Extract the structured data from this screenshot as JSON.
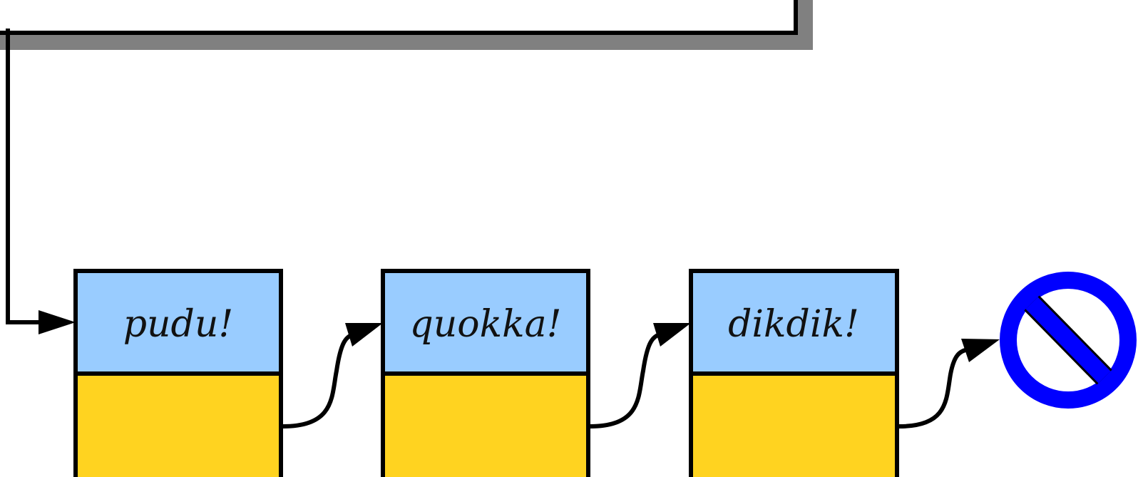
{
  "nodes": [
    {
      "label": "pudu!"
    },
    {
      "label": "quokka!"
    },
    {
      "label": "dikdik!"
    }
  ],
  "colors": {
    "value_cell": "#99ccff",
    "next_cell": "#ffd320",
    "outline": "#000000",
    "head_box_shadow": "#808080",
    "null_symbol": "#0000ff"
  },
  "icons": {
    "null_terminator": "null-pointer-icon"
  }
}
